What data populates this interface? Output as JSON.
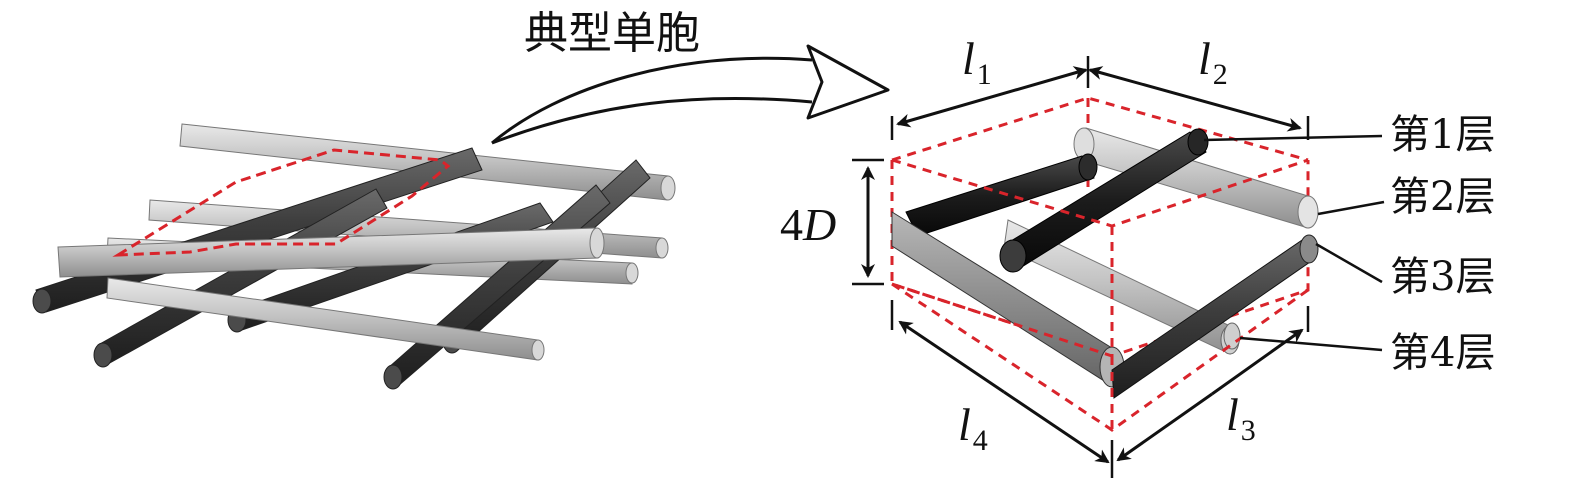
{
  "caption": "典型单胞",
  "labels": {
    "l1": {
      "main": "l",
      "sub": "1"
    },
    "l2": {
      "main": "l",
      "sub": "2"
    },
    "l3": {
      "main": "l",
      "sub": "3"
    },
    "l4": {
      "main": "l",
      "sub": "4"
    },
    "height": {
      "prefix": "4",
      "var": "D"
    }
  },
  "layers": [
    "第1层",
    "第2层",
    "第3层",
    "第4层"
  ],
  "colors": {
    "light_rod": "#b9b9b9",
    "dark_rod": "#3c3c3c",
    "dashed_box": "#d9242b",
    "ink": "#111111"
  }
}
